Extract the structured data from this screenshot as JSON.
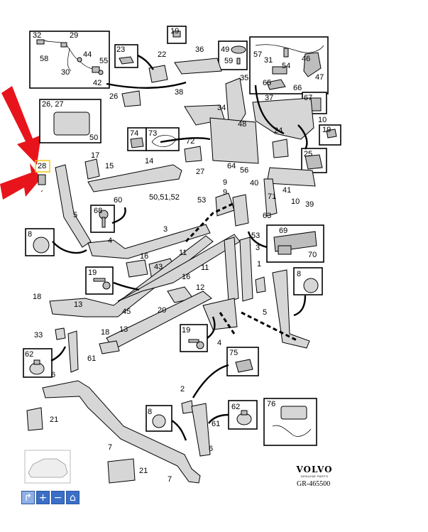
{
  "labels": {
    "l32": "32",
    "l29": "29",
    "l58": "58",
    "l44": "44",
    "l55": "55",
    "l30": "30",
    "l42": "42",
    "l19a": "19",
    "l23": "23",
    "l22": "22",
    "l36": "36",
    "l49": "49",
    "l59": "59",
    "l35": "35",
    "l57": "57",
    "l31": "31",
    "l46": "46",
    "l54": "54",
    "l47": "47",
    "l65": "65",
    "l66": "66",
    "l26": "26",
    "l38": "38",
    "l2627": "26, 27",
    "l50a": "50",
    "l67": "67",
    "l37": "37",
    "l34": "34",
    "l48": "48",
    "l24": "24",
    "l10a": "10",
    "l19b": "19",
    "l74": "74",
    "l73": "73",
    "l72": "72",
    "l28": "28",
    "l17": "17",
    "l15": "15",
    "l14": "14",
    "l27": "27",
    "l64": "64",
    "l56": "56",
    "l25": "25",
    "l9a": "9",
    "l40": "40",
    "l9b": "9",
    "l41": "41",
    "l10b": "10",
    "l39": "39",
    "l71": "71",
    "l60": "60",
    "l505152": "50,51,52",
    "l68": "68",
    "l5a": "5",
    "l53a": "53",
    "l63": "63",
    "l69": "69",
    "l70": "70",
    "l3a": "3",
    "l53b": "53",
    "l3b": "3",
    "l8a": "8",
    "l4a": "4",
    "l11a": "11",
    "l16a": "16",
    "l43": "43",
    "l19c": "19",
    "l1": "1",
    "l8b": "8",
    "l18a": "18",
    "l16b": "16",
    "l11b": "11",
    "l12": "12",
    "l13a": "13",
    "l45": "45",
    "l20": "20",
    "l5b": "5",
    "l33": "33",
    "l18b": "18",
    "l13b": "13",
    "l19d": "19",
    "l4b": "4",
    "l62a": "62",
    "l61a": "61",
    "l75": "75",
    "l6a": "6",
    "l2": "2",
    "l62b": "62",
    "l76": "76",
    "l21a": "21",
    "l8c": "8",
    "l61b": "61",
    "l7a": "7",
    "l6b": "6",
    "l21b": "21",
    "l7b": "7"
  },
  "brand": {
    "name": "VOLVO",
    "sub": "GENUINE PARTS"
  },
  "diagram_code": "GR-465500",
  "toolbar": {
    "select": "↱",
    "zoom_in": "+",
    "zoom_out": "−",
    "home": "⌂"
  },
  "colors": {
    "highlight_arrow": "#e8141c",
    "highlight_box": "#f2c300",
    "toolbar_blue": "#3b6fc7"
  }
}
